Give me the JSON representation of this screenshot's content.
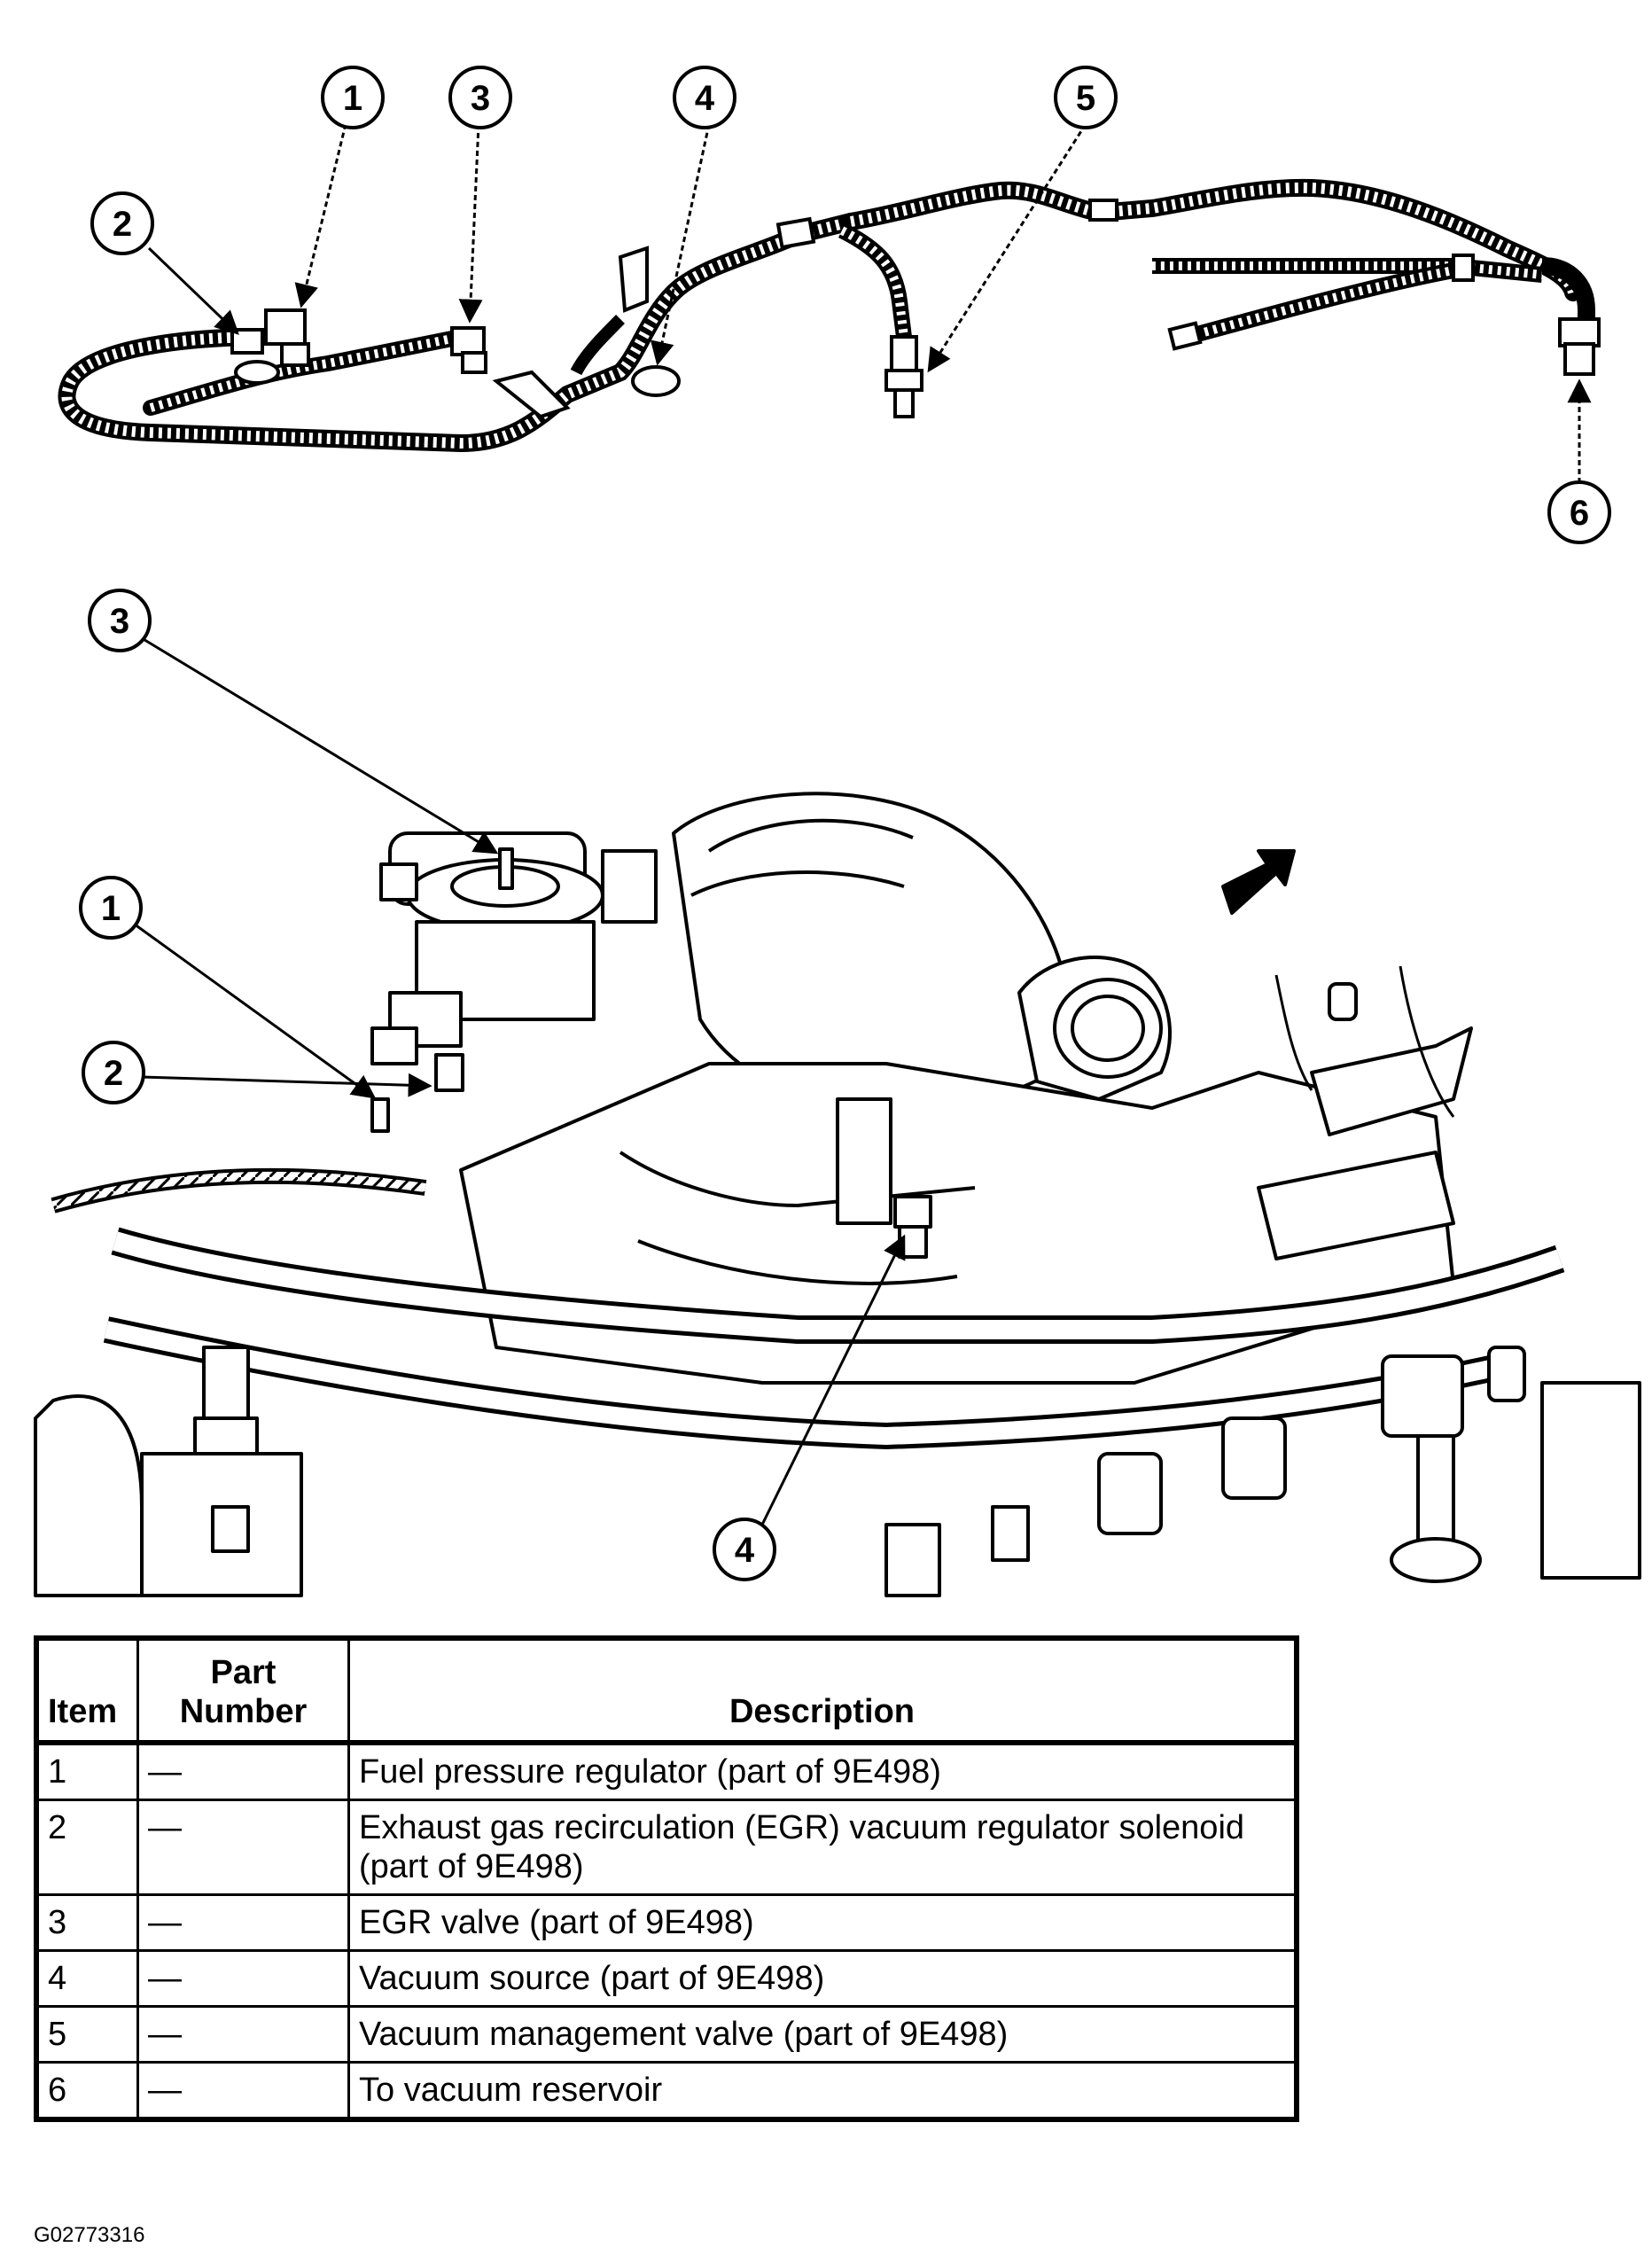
{
  "callouts": {
    "top": [
      "1",
      "3",
      "4",
      "5",
      "2",
      "6"
    ],
    "bottom": [
      "3",
      "1",
      "2",
      "4"
    ]
  },
  "legend": {
    "headers": {
      "item": "Item",
      "part_number": "Part Number",
      "description": "Description"
    },
    "rows": [
      {
        "item": "1",
        "part_number": "—",
        "description": "Fuel pressure regulator (part of 9E498)"
      },
      {
        "item": "2",
        "part_number": "—",
        "description": "Exhaust gas recirculation (EGR) vacuum regulator solenoid (part of 9E498)"
      },
      {
        "item": "3",
        "part_number": "—",
        "description": "EGR valve (part of 9E498)"
      },
      {
        "item": "4",
        "part_number": "—",
        "description": "Vacuum source (part of 9E498)"
      },
      {
        "item": "5",
        "part_number": "—",
        "description": "Vacuum management valve (part of 9E498)"
      },
      {
        "item": "6",
        "part_number": "—",
        "description": "To vacuum reservoir"
      }
    ]
  },
  "figure_id": "G02773316",
  "colors": {
    "ink": "#000000",
    "paper": "#ffffff",
    "shade": "#d9d9d9"
  }
}
